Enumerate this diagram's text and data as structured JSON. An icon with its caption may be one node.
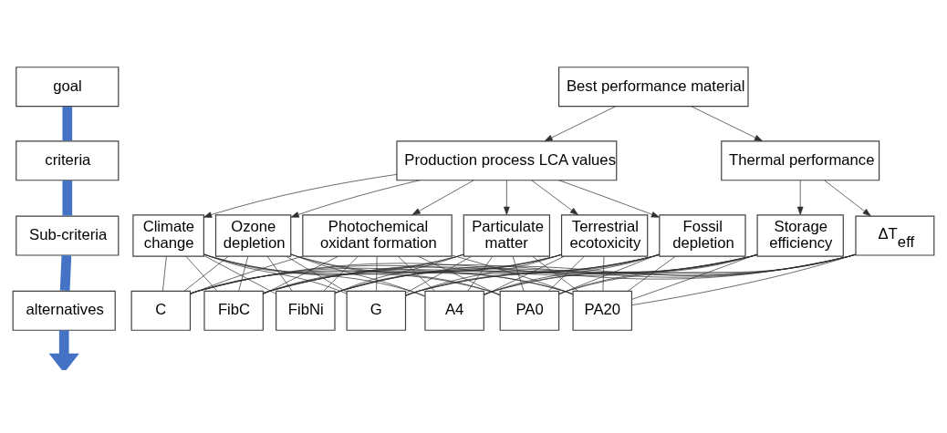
{
  "diagram": {
    "nodes": [
      {
        "text": [
          "goal"
        ]
      },
      {
        "text": [
          "Best performance material"
        ]
      },
      {
        "text": [
          "criteria"
        ]
      },
      {
        "text": [
          "Production process LCA values"
        ]
      },
      {
        "text": [
          "Thermal performance"
        ]
      },
      {
        "text": [
          "Sub-criteria"
        ]
      },
      {
        "text": [
          "Climate change"
        ]
      },
      {
        "text": [
          "Ozone depletion"
        ]
      },
      {
        "text": [
          "Photochemical oxidant formation"
        ]
      },
      {
        "text": [
          "Particulate matter"
        ]
      },
      {
        "text": [
          "Terrestrial ecotoxicity"
        ]
      },
      {
        "text": [
          "Fossil depletion"
        ]
      },
      {
        "text": [
          "Storage efficiency"
        ]
      },
      {
        "text": [
          "ΔT$_{eff}$"
        ]
      },
      {
        "text": [
          "alternatives"
        ]
      },
      {
        "text": [
          "FibC"
        ]
      },
      {
        "text": [
          "FibNi"
        ]
      },
      {
        "text": [
          "G"
        ]
      },
      {
        "text": [
          "A4"
        ]
      },
      {
        "text": [
          "PA0"
        ]
      },
      {
        "text": [
          "PA20"
        ]
      },
      {
        "text": [
          "C"
        ]
      }
    ],
    "edges": [
      {
        "from": 0,
        "to": 2,
        "arrow": "none",
        "style": "thick",
        "color": "#4472c4"
      },
      {
        "from": 2,
        "to": 5,
        "arrow": "none",
        "style": "thick",
        "color": "#4472c4"
      },
      {
        "from": 5,
        "to": 14,
        "arrow": "none",
        "style": "thick",
        "color": "#4472c4"
      },
      {
        "from": 14,
        "to": null,
        "arrow": "to",
        "style": "thick",
        "color": "#4472c4"
      },
      {
        "from": 1,
        "to": 3,
        "arrow": "to"
      },
      {
        "from": 1,
        "to": 4,
        "arrow": "to"
      },
      {
        "from": 3,
        "to": 6,
        "arrow": "to"
      },
      {
        "from": 3,
        "to": 7,
        "arrow": "to"
      },
      {
        "from": 3,
        "to": 8,
        "arrow": "to"
      },
      {
        "from": 3,
        "to": 9,
        "arrow": "to"
      },
      {
        "from": 3,
        "to": 10,
        "arrow": "to"
      },
      {
        "from": 3,
        "to": 11,
        "arrow": "to"
      },
      {
        "from": 4,
        "to": 12,
        "arrow": "to"
      },
      {
        "from": 4,
        "to": 13,
        "arrow": "to"
      },
      {
        "from": 6,
        "to": 15,
        "arrow": "none"
      },
      {
        "from": 6,
        "to": 16,
        "arrow": "none"
      },
      {
        "from": 6,
        "to": 17,
        "arrow": "none"
      },
      {
        "from": 6,
        "to": 18,
        "arrow": "none"
      },
      {
        "from": 6,
        "to": 19,
        "arrow": "none"
      },
      {
        "from": 6,
        "to": 20,
        "arrow": "none"
      },
      {
        "from": 6,
        "to": 21,
        "arrow": "none"
      },
      {
        "from": 7,
        "to": 15,
        "arrow": "none"
      },
      {
        "from": 7,
        "to": 16,
        "arrow": "none"
      },
      {
        "from": 7,
        "to": 17,
        "arrow": "none"
      },
      {
        "from": 7,
        "to": 18,
        "arrow": "none"
      },
      {
        "from": 7,
        "to": 19,
        "arrow": "none"
      },
      {
        "from": 7,
        "to": 20,
        "arrow": "none"
      },
      {
        "from": 7,
        "to": 21,
        "arrow": "none"
      },
      {
        "from": 8,
        "to": 15,
        "arrow": "none"
      },
      {
        "from": 8,
        "to": 16,
        "arrow": "none"
      },
      {
        "from": 8,
        "to": 17,
        "arrow": "none"
      },
      {
        "from": 8,
        "to": 18,
        "arrow": "none"
      },
      {
        "from": 8,
        "to": 19,
        "arrow": "none"
      },
      {
        "from": 8,
        "to": 20,
        "arrow": "none"
      },
      {
        "from": 8,
        "to": 21,
        "arrow": "none"
      },
      {
        "from": 9,
        "to": 15,
        "arrow": "none"
      },
      {
        "from": 9,
        "to": 16,
        "arrow": "none"
      },
      {
        "from": 9,
        "to": 17,
        "arrow": "none"
      },
      {
        "from": 9,
        "to": 18,
        "arrow": "none"
      },
      {
        "from": 9,
        "to": 19,
        "arrow": "none"
      },
      {
        "from": 9,
        "to": 20,
        "arrow": "none"
      },
      {
        "from": 9,
        "to": 21,
        "arrow": "none"
      },
      {
        "from": 10,
        "to": 15,
        "arrow": "none"
      },
      {
        "from": 10,
        "to": 16,
        "arrow": "none"
      },
      {
        "from": 10,
        "to": 17,
        "arrow": "none"
      },
      {
        "from": 10,
        "to": 18,
        "arrow": "none"
      },
      {
        "from": 10,
        "to": 19,
        "arrow": "none"
      },
      {
        "from": 10,
        "to": 20,
        "arrow": "none"
      },
      {
        "from": 10,
        "to": 21,
        "arrow": "none"
      },
      {
        "from": 11,
        "to": 15,
        "arrow": "none"
      },
      {
        "from": 11,
        "to": 16,
        "arrow": "none"
      },
      {
        "from": 11,
        "to": 17,
        "arrow": "none"
      },
      {
        "from": 11,
        "to": 18,
        "arrow": "none"
      },
      {
        "from": 11,
        "to": 19,
        "arrow": "none"
      },
      {
        "from": 11,
        "to": 20,
        "arrow": "none"
      },
      {
        "from": 11,
        "to": 21,
        "arrow": "none"
      },
      {
        "from": 12,
        "to": 15,
        "arrow": "none"
      },
      {
        "from": 12,
        "to": 16,
        "arrow": "none"
      },
      {
        "from": 12,
        "to": 17,
        "arrow": "none"
      },
      {
        "from": 12,
        "to": 18,
        "arrow": "none"
      },
      {
        "from": 12,
        "to": 19,
        "arrow": "none"
      },
      {
        "from": 12,
        "to": 20,
        "arrow": "none"
      },
      {
        "from": 12,
        "to": 21,
        "arrow": "none"
      },
      {
        "from": 13,
        "to": 15,
        "arrow": "none"
      },
      {
        "from": 13,
        "to": 16,
        "arrow": "none"
      },
      {
        "from": 13,
        "to": 17,
        "arrow": "none"
      },
      {
        "from": 13,
        "to": 18,
        "arrow": "none"
      },
      {
        "from": 13,
        "to": 19,
        "arrow": "none"
      },
      {
        "from": 13,
        "to": 20,
        "arrow": "none"
      },
      {
        "from": 13,
        "to": 21,
        "arrow": "none"
      }
    ]
  }
}
